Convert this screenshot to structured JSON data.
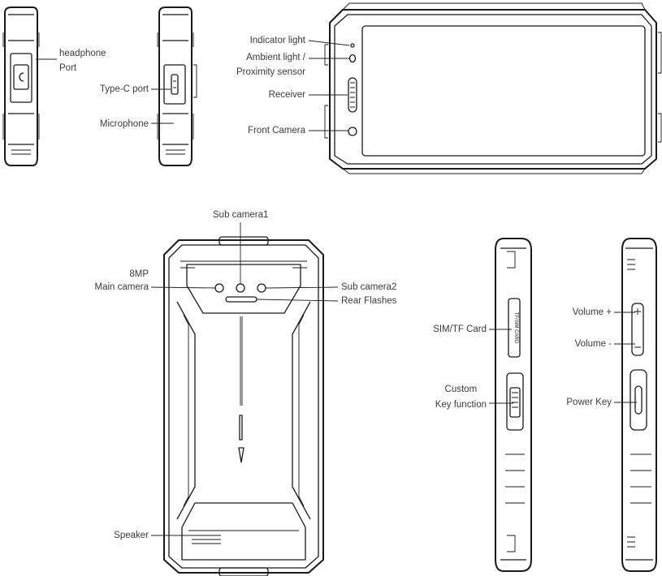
{
  "labels": {
    "headphone_port_line1": "headphone",
    "headphone_port_line2": "Port",
    "type_c_port": "Type-C port",
    "microphone": "Microphone",
    "indicator_light": "Indicator light",
    "ambient_light_line1": "Ambient light /",
    "ambient_light_line2": "Proximity sensor",
    "receiver": "Receiver",
    "front_camera": "Front Camera",
    "sub_camera1": "Sub camera1",
    "main_camera_line1": "8MP",
    "main_camera_line2": "Main camera",
    "sub_camera2": "Sub camera2",
    "rear_flashes": "Rear Flashes",
    "speaker": "Speaker",
    "sim_tf_card": "SIM/TF Card",
    "custom_key_line1": "Custom",
    "custom_key_line2": "Key function",
    "volume_up": "Volume +",
    "volume_down": "Volume -",
    "power_key": "Power Key",
    "sim_slot_text": "TF/SIM CARD"
  }
}
